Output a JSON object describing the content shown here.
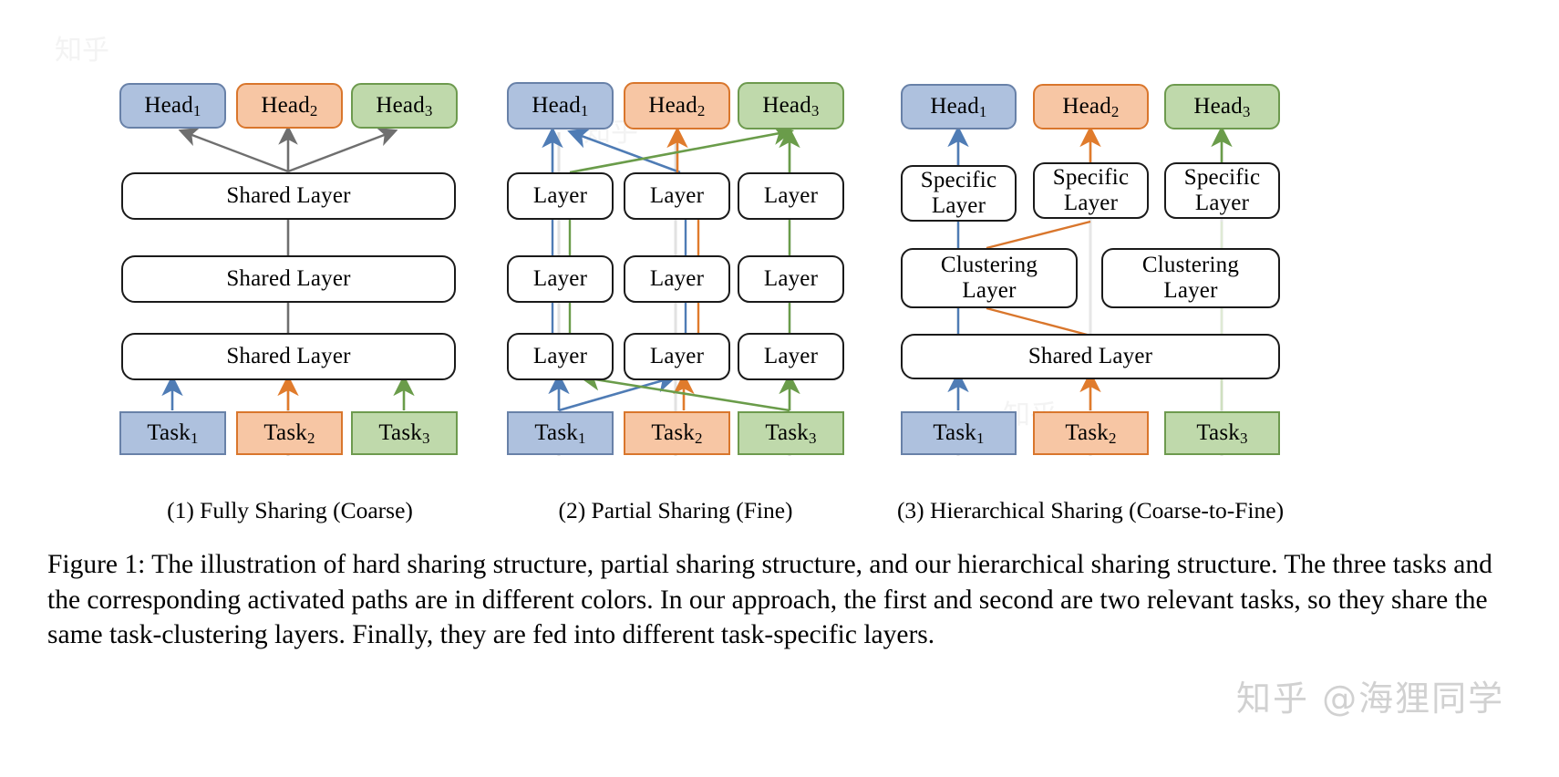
{
  "figure": {
    "caption_label": "Figure 1:",
    "caption_text": "Figure 1: The illustration of hard sharing structure, partial sharing structure, and our hierarchical sharing structure. The three tasks and the corresponding activated paths are in different colors. In our approach, the first and second are two relevant tasks, so they share the same task-clustering layers. Finally, they are fed into different task-specific layers.",
    "watermark": "知乎 @海狸同学"
  },
  "colors": {
    "blue_fill": "#aec1de",
    "blue_stroke": "#6881a8",
    "orange_fill": "#f7c6a4",
    "orange_stroke": "#d9762c",
    "green_fill": "#bfd9ab",
    "green_stroke": "#6d9a4e",
    "gray_arrow": "#6f6f6f",
    "box_stroke": "#1a1a1a",
    "box_fill": "#ffffff"
  },
  "panels": [
    {
      "id": "panel-1",
      "caption": "(1) Fully Sharing (Coarse)",
      "heads": [
        {
          "text": "Head",
          "sub": "1",
          "color": "blue"
        },
        {
          "text": "Head",
          "sub": "2",
          "color": "orange"
        },
        {
          "text": "Head",
          "sub": "3",
          "color": "green"
        }
      ],
      "layers": [
        "Shared Layer",
        "Shared Layer",
        "Shared Layer"
      ],
      "tasks": [
        {
          "text": "Task",
          "sub": "1",
          "color": "blue"
        },
        {
          "text": "Task",
          "sub": "2",
          "color": "orange"
        },
        {
          "text": "Task",
          "sub": "3",
          "color": "green"
        }
      ]
    },
    {
      "id": "panel-2",
      "caption": "(2) Partial Sharing (Fine)",
      "heads": [
        {
          "text": "Head",
          "sub": "1",
          "color": "blue"
        },
        {
          "text": "Head",
          "sub": "2",
          "color": "orange"
        },
        {
          "text": "Head",
          "sub": "3",
          "color": "green"
        }
      ],
      "layer_grid": [
        [
          "Layer",
          "Layer",
          "Layer"
        ],
        [
          "Layer",
          "Layer",
          "Layer"
        ],
        [
          "Layer",
          "Layer",
          "Layer"
        ]
      ],
      "tasks": [
        {
          "text": "Task",
          "sub": "1",
          "color": "blue"
        },
        {
          "text": "Task",
          "sub": "2",
          "color": "orange"
        },
        {
          "text": "Task",
          "sub": "3",
          "color": "green"
        }
      ]
    },
    {
      "id": "panel-3",
      "caption": "(3) Hierarchical Sharing (Coarse-to-Fine)",
      "heads": [
        {
          "text": "Head",
          "sub": "1",
          "color": "blue"
        },
        {
          "text": "Head",
          "sub": "2",
          "color": "orange"
        },
        {
          "text": "Head",
          "sub": "3",
          "color": "green"
        }
      ],
      "specific_layers": [
        "Specific\nLayer",
        "Specific\nLayer",
        "Specific\nLayer"
      ],
      "clustering_layers": [
        "Clustering\nLayer",
        "Clustering\nLayer"
      ],
      "shared_layer": "Shared Layer",
      "tasks": [
        {
          "text": "Task",
          "sub": "1",
          "color": "blue"
        },
        {
          "text": "Task",
          "sub": "2",
          "color": "orange"
        },
        {
          "text": "Task",
          "sub": "3",
          "color": "green"
        }
      ]
    }
  ]
}
